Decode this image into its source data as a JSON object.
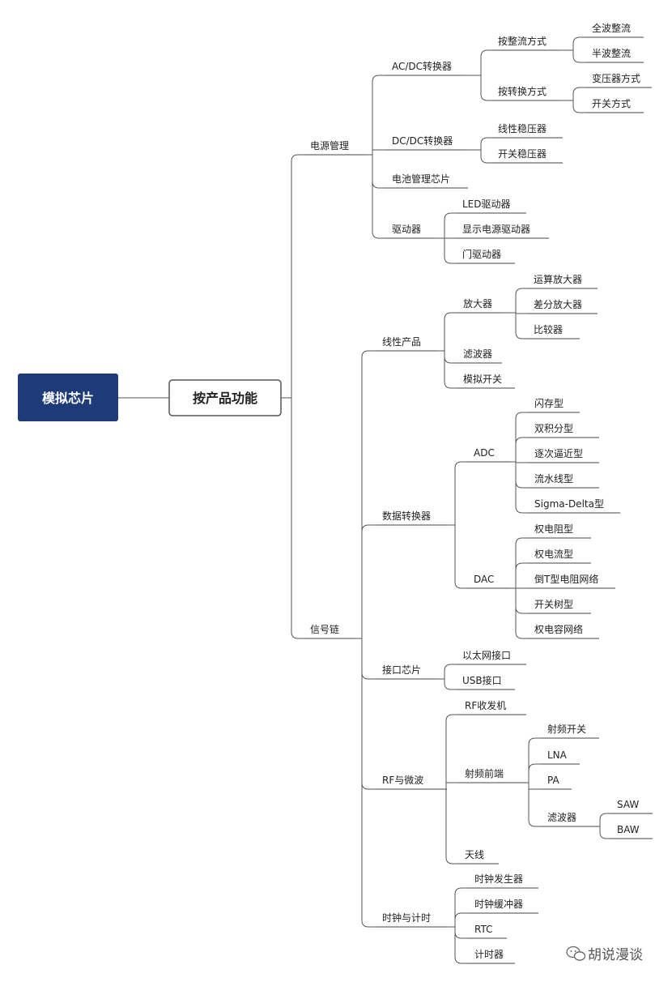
{
  "root": {
    "label": "模拟芯片"
  },
  "level1": {
    "label": "按产品功能"
  },
  "nodes": {
    "power": "电源管理",
    "acdc": "AC/DC转换器",
    "acdc_rect": "按整流方式",
    "full_wave": "全波整流",
    "half_wave": "半波整流",
    "acdc_conv": "按转换方式",
    "transformer": "变压器方式",
    "switch_mode": "开关方式",
    "dcdc": "DC/DC转换器",
    "linear_reg": "线性稳压器",
    "switch_reg": "开关稳压器",
    "battery": "电池管理芯片",
    "driver": "驱动器",
    "led_drv": "LED驱动器",
    "disp_drv": "显示电源驱动器",
    "gate_drv": "门驱动器",
    "signal": "信号链",
    "linear": "线性产品",
    "amp": "放大器",
    "opamp": "运算放大器",
    "diffamp": "差分放大器",
    "comparator": "比较器",
    "filter": "滤波器",
    "analog_sw": "模拟开关",
    "data_conv": "数据转换器",
    "adc": "ADC",
    "flash": "闪存型",
    "dual_slope": "双积分型",
    "sar": "逐次逼近型",
    "pipeline": "流水线型",
    "sigma_delta": "Sigma-Delta型",
    "dac": "DAC",
    "weighted_r": "权电阻型",
    "weighted_i": "权电流型",
    "inv_t": "倒T型电阻网络",
    "switch_tree": "开关树型",
    "weighted_c": "权电容网络",
    "interface": "接口芯片",
    "ethernet": "以太网接口",
    "usb": "USB接口",
    "rf": "RF与微波",
    "rf_trx": "RF收发机",
    "rf_fe": "射频前端",
    "rf_sw": "射频开关",
    "lna": "LNA",
    "pa": "PA",
    "rf_filter": "滤波器",
    "saw": "SAW",
    "baw": "BAW",
    "antenna": "天线",
    "clock": "时钟与计时",
    "clk_gen": "时钟发生器",
    "clk_buf": "时钟缓冲器",
    "rtc": "RTC",
    "timer": "计时器"
  },
  "watermark": {
    "text": "胡说漫谈",
    "icon": "wechat-icon"
  },
  "colors": {
    "root_fill": "#1f3a78",
    "line": "#555555"
  }
}
